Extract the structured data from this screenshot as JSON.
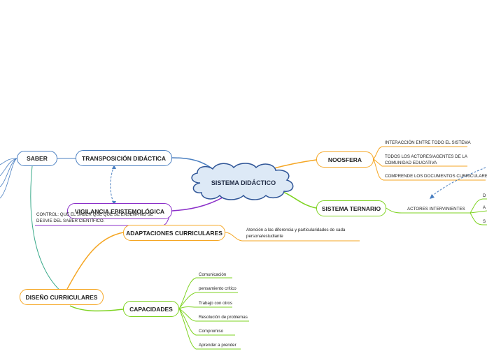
{
  "center": {
    "label": "SISTEMA DIDÁCTICO"
  },
  "nodes": {
    "saber": "SABER",
    "transposicion": "TRANSPOSICIÓN DIDÁCTICA",
    "vigilancia": "VIGILANCIA EPISTEMOLÓGICA",
    "noosfera": "NOOSFERA",
    "ternario": "SISTEMA TERNARIO",
    "adaptaciones": "ADAPTACIONES CURRICULARES",
    "diseno": "DISEÑO CURRICULARES",
    "capacidades": "CAPACIDADES"
  },
  "leaves": {
    "control": "CONTROL: QUE EL SABER QUE QUE SE ENSEÑA NO SE DESVIE DEL SABER CIENTÍFICO.",
    "noosfera_items": [
      "INTERACCIÓN ENTRE TODO EL SISTEMA",
      "TODOS LOS ACTORES/AGENTES DE LA COMUNIDAD EDUCATIVA",
      "COMPRENDE LOS DOCUMENTOS CURRICULARES"
    ],
    "actores": "ACTORES INTERVINIENTES",
    "actores_cut": [
      "D",
      "A",
      "S"
    ],
    "adaptaciones_text": "Atención a las diferencia y particularidades de cada persona/estudiante",
    "capacidades_items": [
      "Comunicación",
      "pensamiento crítico",
      "Trabajo con otros",
      "Resolución de problemas",
      "Compromiso",
      "Aprender a prender"
    ]
  },
  "colors": {
    "blue": "#4a7fc1",
    "purple": "#8b2fc9",
    "orange": "#f5a623",
    "green": "#7ed321",
    "teal": "#3aaa8a",
    "center_fill": "#dde9f6",
    "center_stroke": "#2f5597"
  }
}
